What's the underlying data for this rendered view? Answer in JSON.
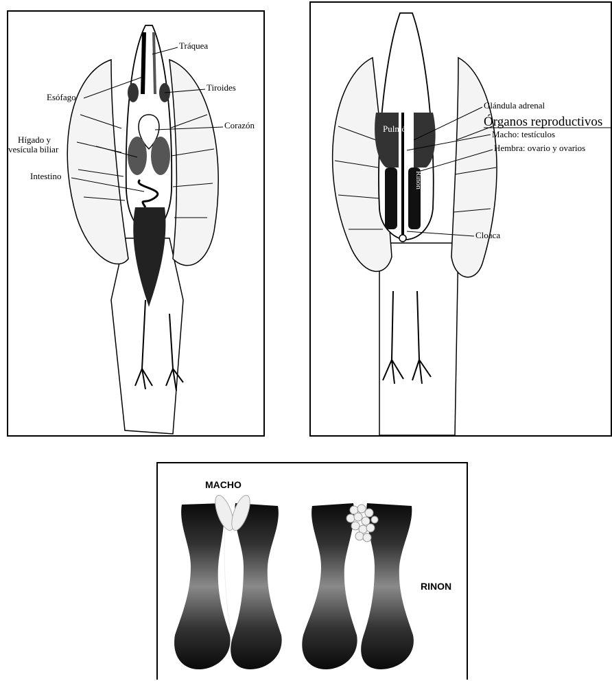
{
  "left_panel": {
    "labels": {
      "traquea": "Tráquea",
      "esofago": "Esófago",
      "tiroides": "Tiroides",
      "corazon": "Corazón",
      "higado_1": "Hígado y",
      "higado_2": "vesícula biliar",
      "intestino": "Intestino"
    }
  },
  "right_panel": {
    "labels": {
      "glandula": "Glándula  adrenal",
      "organos": "Órganos reproductivos",
      "macho": "Macho: testículos",
      "hembra": "Hembra: ovario y ovarios",
      "cloaca": "Cloaca",
      "pulmon": "Pulmón",
      "rinon": "Riñón"
    }
  },
  "bottom_panel": {
    "labels": {
      "macho": "MACHO",
      "rinon": "RINON"
    }
  },
  "colors": {
    "ink": "#000000",
    "organ_dark": "#222222",
    "paper": "#ffffff"
  }
}
